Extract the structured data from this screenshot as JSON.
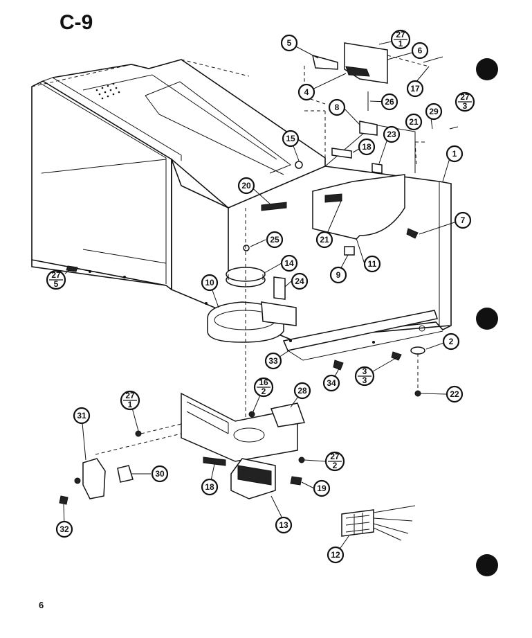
{
  "diagram": {
    "title": "C-9",
    "page_number": "6"
  },
  "callouts": {
    "c5": {
      "label": "5"
    },
    "c27a": {
      "top": "27",
      "bottom": "1"
    },
    "c6": {
      "label": "6"
    },
    "c4": {
      "label": "4"
    },
    "c17": {
      "label": "17"
    },
    "c26": {
      "label": "26"
    },
    "c27b": {
      "top": "27",
      "bottom": "3"
    },
    "c8": {
      "label": "8"
    },
    "c29": {
      "label": "29"
    },
    "c21a": {
      "label": "21"
    },
    "c23": {
      "label": "23"
    },
    "c18a": {
      "label": "18"
    },
    "c15": {
      "label": "15"
    },
    "c1": {
      "label": "1"
    },
    "c20": {
      "label": "20"
    },
    "c7": {
      "label": "7"
    },
    "c25": {
      "label": "25"
    },
    "c21b": {
      "label": "21"
    },
    "c14": {
      "label": "14"
    },
    "c11": {
      "label": "11"
    },
    "c9": {
      "label": "9"
    },
    "c27c": {
      "top": "27",
      "bottom": "5"
    },
    "c10": {
      "label": "10"
    },
    "c24": {
      "label": "24"
    },
    "c2": {
      "label": "2"
    },
    "c33": {
      "label": "33"
    },
    "c3": {
      "top": "3",
      "bottom": "3"
    },
    "c34": {
      "label": "34"
    },
    "c22": {
      "label": "22"
    },
    "c27d": {
      "top": "27",
      "bottom": "1"
    },
    "c16": {
      "top": "16",
      "bottom": "2"
    },
    "c28": {
      "label": "28"
    },
    "c31": {
      "label": "31"
    },
    "c30": {
      "label": "30"
    },
    "c27e": {
      "top": "27",
      "bottom": "2"
    },
    "c18b": {
      "label": "18"
    },
    "c19": {
      "label": "19"
    },
    "c13": {
      "label": "13"
    },
    "c32": {
      "label": "32"
    },
    "c12": {
      "label": "12"
    }
  }
}
